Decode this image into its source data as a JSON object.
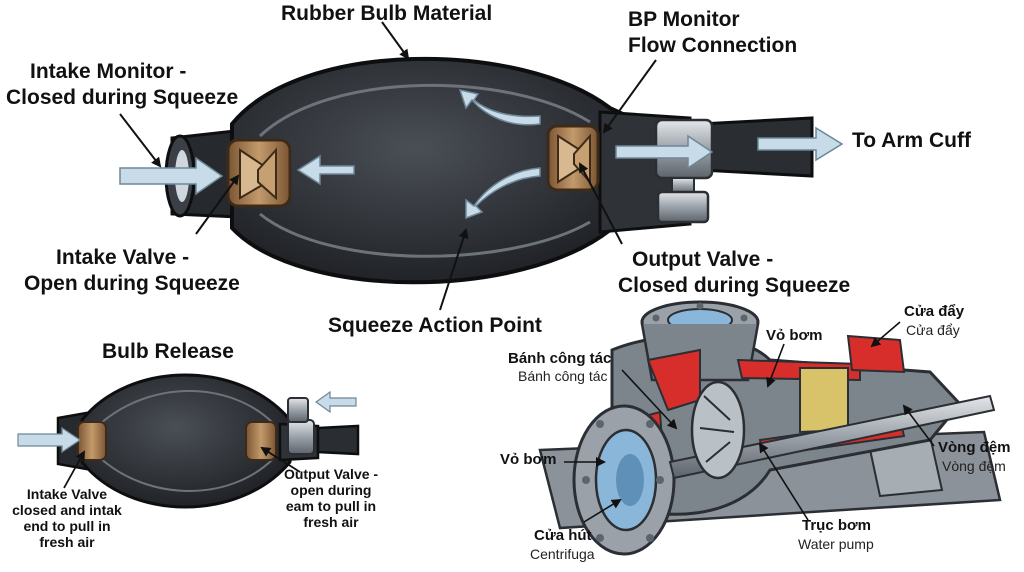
{
  "colors": {
    "bulb": "#2b2e33",
    "bulb_rim": "#16181b",
    "valve": "#a47a4e",
    "arrow": "#c8dbe8",
    "metal": "#9aa1a8",
    "pump_red": "#d82e2b",
    "pump_gray": "#7d858c",
    "pump_blue": "#8ab6d9",
    "pump_yellow": "#d8c36a"
  },
  "labels": {
    "rubber_bulb": "Rubber Bulb Material",
    "bp_monitor_1": "BP Monitor",
    "bp_monitor_2": "Flow Connection",
    "intake_monitor_1": "Intake Monitor -",
    "intake_monitor_2": "Closed during Squeeze",
    "to_arm_cuff": "To Arm Cuff",
    "intake_valve_1": "Intake Valve -",
    "intake_valve_2": "Open during Squeeze",
    "output_valve_1": "Output Valve -",
    "output_valve_2": "Closed during Squeeze",
    "squeeze_point": "Squeeze Action Point",
    "bulb_release": "Bulb Release",
    "rel_intake_1": "Intake Valve",
    "rel_intake_2": "closed and intak",
    "rel_intake_3": "end to pull in",
    "rel_intake_4": "fresh air",
    "rel_output_1": "Output Valve -",
    "rel_output_2": "open during",
    "rel_output_3": "eam to pull in",
    "rel_output_4": "fresh air"
  },
  "pump": {
    "cua_day_bold": "Cửa đẩy",
    "cua_day_sub": "Cửa đẩy",
    "vo_bom_top": "Vỏ bơm",
    "banh_bold": "Bánh công tác",
    "banh_sub": "Bánh công tác",
    "vo_bom_left": "Vỏ bơm",
    "vong_bold": "Vòng đệm",
    "vong_sub": "Vòng đệm",
    "truc_bold": "Trục bơm",
    "truc_sub": "Water pump",
    "cua_hut_bold": "Cửa hút",
    "cua_hut_sub": "Centrifuga"
  },
  "icons": [
    "flow-arrow-icon",
    "leader-arrow-icon",
    "valve-icon",
    "pressure-gauge-icon"
  ]
}
